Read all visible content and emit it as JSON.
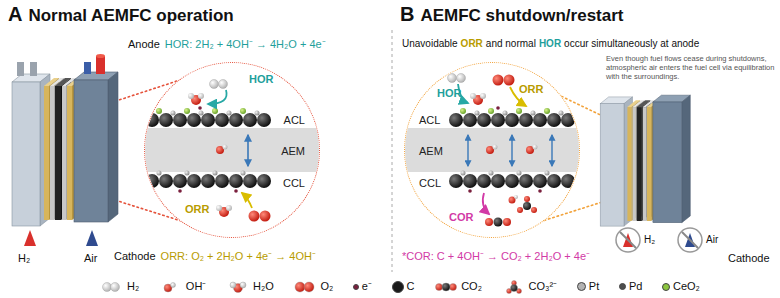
{
  "diagram": {
    "nodes": [
      {
        "text": [
          "HOR",
          "ORR"
        ]
      },
      {
        "text": [
          "ACL"
        ],
        "in": 0
      },
      {
        "text": [
          "AEM"
        ],
        "in": 0
      },
      {
        "text": [
          "CCL"
        ],
        "in": 0
      },
      {
        "text": [
          "HOR",
          "ORR",
          "COR"
        ]
      },
      {
        "text": [
          "ACL"
        ],
        "in": 4
      },
      {
        "text": [
          "AEM"
        ],
        "in": 4
      },
      {
        "text": [
          "CCL"
        ],
        "in": 4
      }
    ],
    "labels": [
      "A",
      "Normal AEMFC operation",
      "Anode",
      "HOR: 2H₂ + 4OH⁻ → 4H₂O + 4e⁻",
      "H₂",
      "Air",
      "Cathode",
      "ORR: O₂ + 2H₂O + 4e⁻ → 4OH⁻",
      "B",
      "AEMFC shutdown/restart",
      "Unavoidable",
      "ORR",
      "and normal",
      "HOR",
      "occur simultaneously at anode",
      "Even though fuel flows cease during shutdowns, atmospheric air enters the fuel cell via equilibration with the surroundings.",
      "*COR: C + 4OH⁻ → CO₂ + 2H₂O + 4e⁻",
      "H₂",
      "Air",
      "Cathode"
    ],
    "legend": [
      {
        "text": "H₂"
      },
      {
        "text": "OH⁻"
      },
      {
        "text": "H₂O"
      },
      {
        "text": "O₂"
      },
      {
        "text": "e⁻",
        "color": "#7a1f3d"
      },
      {
        "text": "C",
        "color": "#1a1a1a"
      },
      {
        "text": "CO₂"
      },
      {
        "text": "CO₃²⁻"
      },
      {
        "text": "Pt",
        "color": "#b3b3b3"
      },
      {
        "text": "Pd",
        "color": "#4d4d4d"
      },
      {
        "text": "CeO₂",
        "color": "#8cc63f"
      }
    ]
  }
}
